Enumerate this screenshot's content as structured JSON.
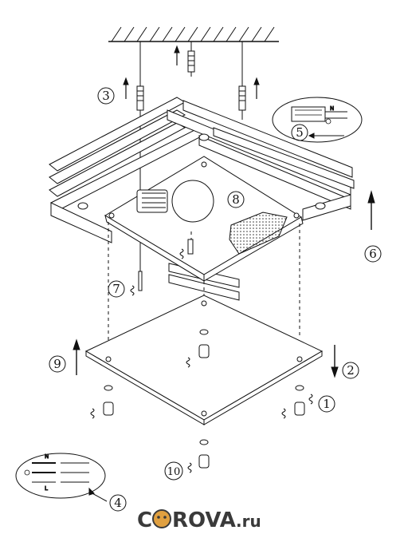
{
  "diagram": {
    "steps": [
      {
        "id": "step-1",
        "label": "1"
      },
      {
        "id": "step-2",
        "label": "2"
      },
      {
        "id": "step-3",
        "label": "3"
      },
      {
        "id": "step-4",
        "label": "4"
      },
      {
        "id": "step-5",
        "label": "5"
      },
      {
        "id": "step-6",
        "label": "6"
      },
      {
        "id": "step-7",
        "label": "7"
      },
      {
        "id": "step-8",
        "label": "8"
      },
      {
        "id": "step-9",
        "label": "9"
      },
      {
        "id": "step-10",
        "label": "10"
      }
    ],
    "wiring_labels": {
      "neutral": "N",
      "live": "L"
    }
  },
  "watermark": {
    "prefix": "C",
    "suffix": "ROVA",
    "domain": ".ru",
    "brand_color": "#e0a040"
  },
  "colors": {
    "line": "#111111",
    "accent": "#e0a040"
  }
}
